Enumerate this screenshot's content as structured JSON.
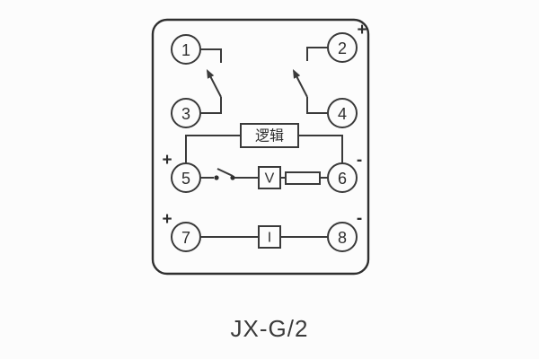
{
  "diagram": {
    "caption": "JX-G/2",
    "terminals": {
      "t1": "1",
      "t2": "2",
      "t3": "3",
      "t4": "4",
      "t5": "5",
      "t6": "6",
      "t7": "7",
      "t8": "8"
    },
    "blocks": {
      "logic": "逻辑",
      "voltage": "V",
      "current": "I"
    },
    "polarity": {
      "top_right_plus": "+",
      "mid_left_plus": "+",
      "mid_right_minus": "-",
      "bottom_left_plus": "+",
      "bottom_right_minus": "-"
    },
    "colors": {
      "line": "#3a3a3a",
      "background": "#fcfcfc"
    }
  }
}
